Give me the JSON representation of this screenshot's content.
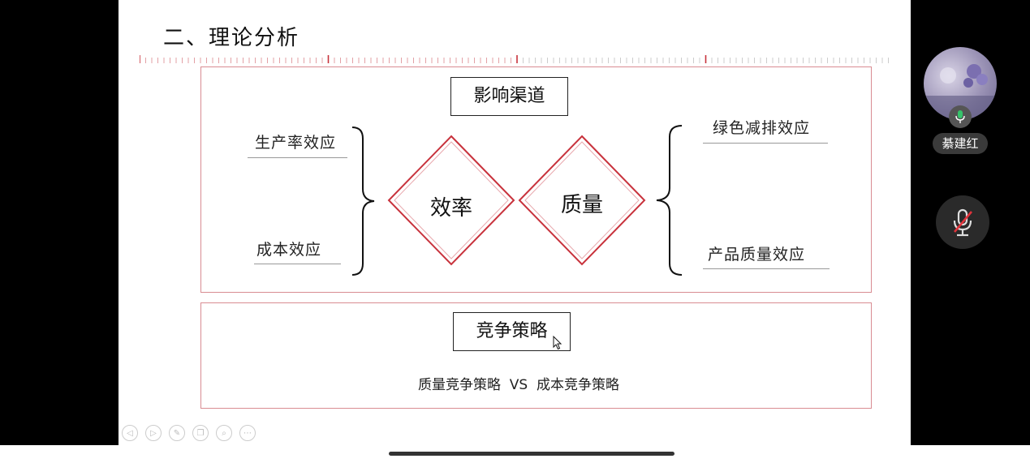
{
  "slide": {
    "title": "二、理论分析",
    "upper_box": {
      "heading": "影响渠道",
      "left_effects": [
        "生产率效应",
        "成本效应"
      ],
      "right_effects": [
        "绿色减排效应",
        "产品质量效应"
      ],
      "diamonds": [
        "效率",
        "质量"
      ]
    },
    "lower_box": {
      "heading": "竞争策略",
      "subline": "质量竞争策略  VS  成本竞争策略"
    },
    "controls": [
      "prev-icon",
      "next-icon",
      "pen-icon",
      "copy-icon",
      "zoom-icon",
      "more-icon"
    ]
  },
  "sidebar": {
    "participant_name": "綦建红",
    "mic_state": "active",
    "mute_button_state": "muted"
  },
  "colors": {
    "accent_red": "#c8323c",
    "box_border": "#d98c92",
    "mic_green": "#36c46b",
    "mute_red": "#e0333b"
  }
}
